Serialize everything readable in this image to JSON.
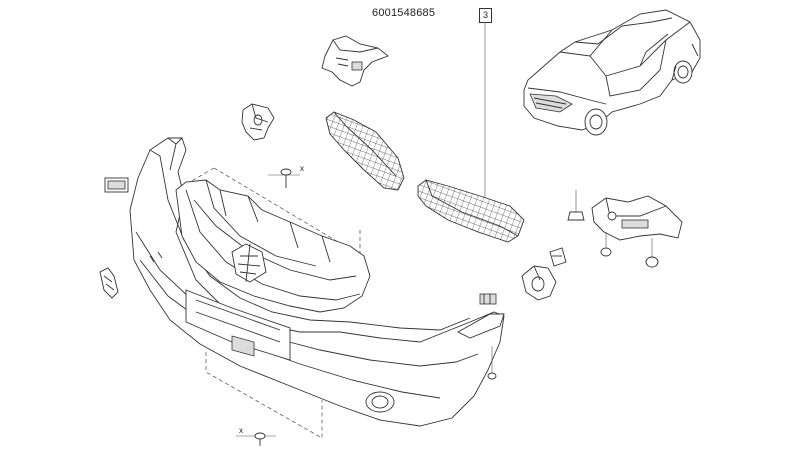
{
  "part_number": "6001548685",
  "callout_label": "3",
  "fastener_labels": [
    "x",
    "x"
  ]
}
